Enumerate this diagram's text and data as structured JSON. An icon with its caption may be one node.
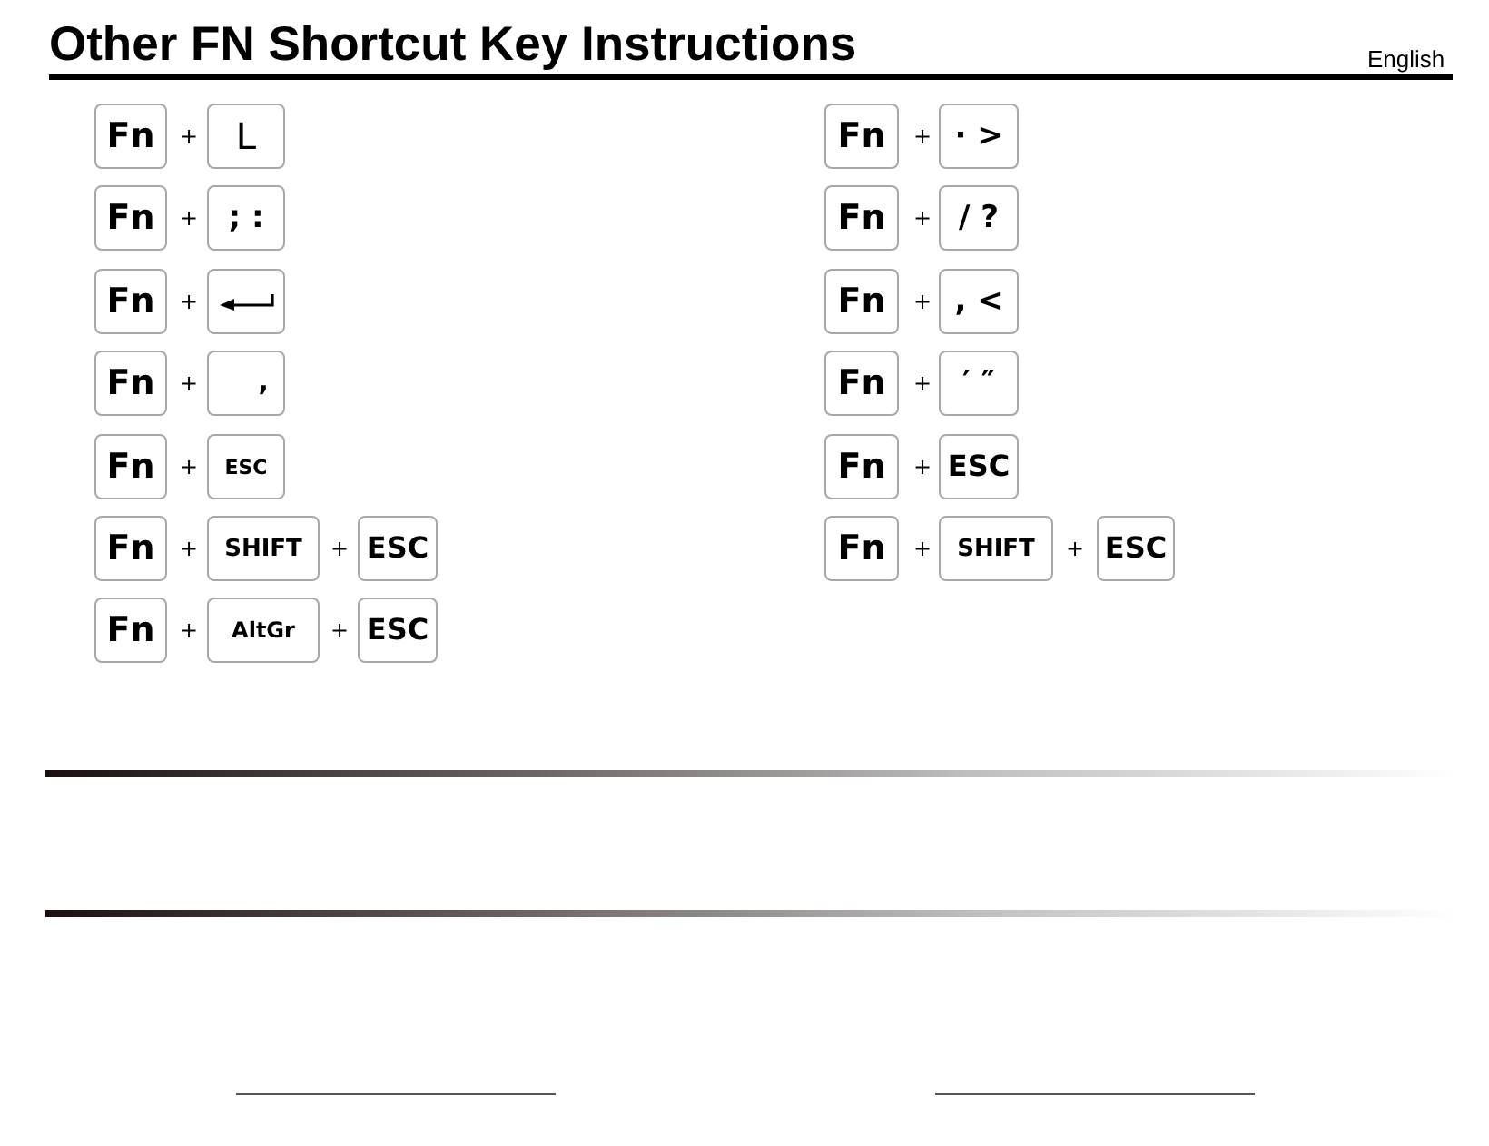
{
  "diagram": {
    "title": "Other FN Shortcut Key Instructions",
    "nodes": [
      {
        "text": [
          "Fn"
        ]
      },
      {
        "text": [
          "L"
        ]
      },
      {
        "text": [
          "Fn"
        ]
      },
      {
        "text": [
          "; :"
        ]
      },
      {
        "text": [
          "Fn"
        ]
      },
      {
        "text": [],
        "shape": "box"
      },
      {
        "text": [
          "Fn"
        ]
      },
      {
        "text": [
          ","
        ]
      },
      {
        "text": [
          "Fn"
        ]
      },
      {
        "text": [
          "ESC"
        ]
      },
      {
        "text": [
          "Fn"
        ]
      },
      {
        "text": [
          "SHIFT"
        ]
      },
      {
        "text": [
          "ESC"
        ]
      },
      {
        "text": [
          "Fn"
        ]
      },
      {
        "text": [
          "AltGr"
        ]
      },
      {
        "text": [
          "ESC"
        ]
      },
      {
        "text": [
          "Fn"
        ]
      },
      {
        "text": [
          "· >"
        ]
      },
      {
        "text": [
          "Fn"
        ]
      },
      {
        "text": [
          "/ ?"
        ]
      },
      {
        "text": [
          "Fn"
        ]
      },
      {
        "text": [
          ", <"
        ]
      },
      {
        "text": [
          "Fn"
        ]
      },
      {
        "text": [
          "′ ″"
        ]
      },
      {
        "text": [
          "Fn"
        ]
      },
      {
        "text": [
          "ESC"
        ]
      },
      {
        "text": [
          "Fn"
        ]
      },
      {
        "text": [
          "SHIFT"
        ]
      },
      {
        "text": [
          "ESC"
        ]
      }
    ],
    "labels": [
      "English",
      "+",
      "+",
      "+",
      "+",
      "+",
      "+",
      "+",
      "+",
      "+",
      "+",
      "+",
      "+",
      "+",
      "+",
      "+",
      "+"
    ]
  }
}
